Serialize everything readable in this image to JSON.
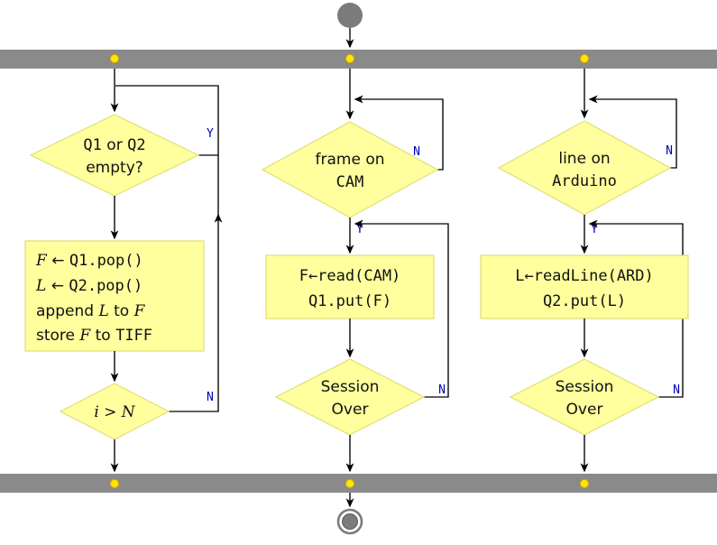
{
  "colors": {
    "bar-gray": "#8a8a8a",
    "node-gray": "#7b7b7b",
    "node-fill": "#ffff9e",
    "node-border": "#dede74",
    "dot-fill": "#ffe505",
    "dot-border": "#cfa600",
    "branch-blue": "#0000b4",
    "line-black": "#000000"
  },
  "threads": {
    "left": {
      "check": {
        "l1a": "Q1",
        "l1b": " or ",
        "l1c": "Q2",
        "l2": "empty?"
      },
      "yes_label": "Y",
      "process": {
        "l1a": "F",
        "l1b": " ← ",
        "l1c": "Q1.pop()",
        "l2a": "L",
        "l2b": " ← ",
        "l2c": "Q2.pop()",
        "l3a": "append ",
        "l3b": "L",
        "l3c": " to ",
        "l3d": "F",
        "l4a": "store ",
        "l4b": "F",
        "l4c": " to ",
        "l4d": "TIFF"
      },
      "loop_check": "i > N",
      "no_label": "N"
    },
    "middle": {
      "check": {
        "l1": "frame on",
        "l2": "CAM"
      },
      "busy_no_label": "N",
      "yes_label": "Y",
      "process": {
        "l1": "F←read(CAM)",
        "l2": "Q1.put(F)"
      },
      "session": {
        "l1": "Session",
        "l2": "Over"
      },
      "session_no_label": "N"
    },
    "right": {
      "check": {
        "l1": "line on",
        "l2": "Arduino"
      },
      "busy_no_label": "N",
      "yes_label": "Y",
      "process": {
        "l1": "L←readLine(ARD)",
        "l2": "Q2.put(L)"
      },
      "session": {
        "l1": "Session",
        "l2": "Over"
      },
      "session_no_label": "N"
    }
  }
}
